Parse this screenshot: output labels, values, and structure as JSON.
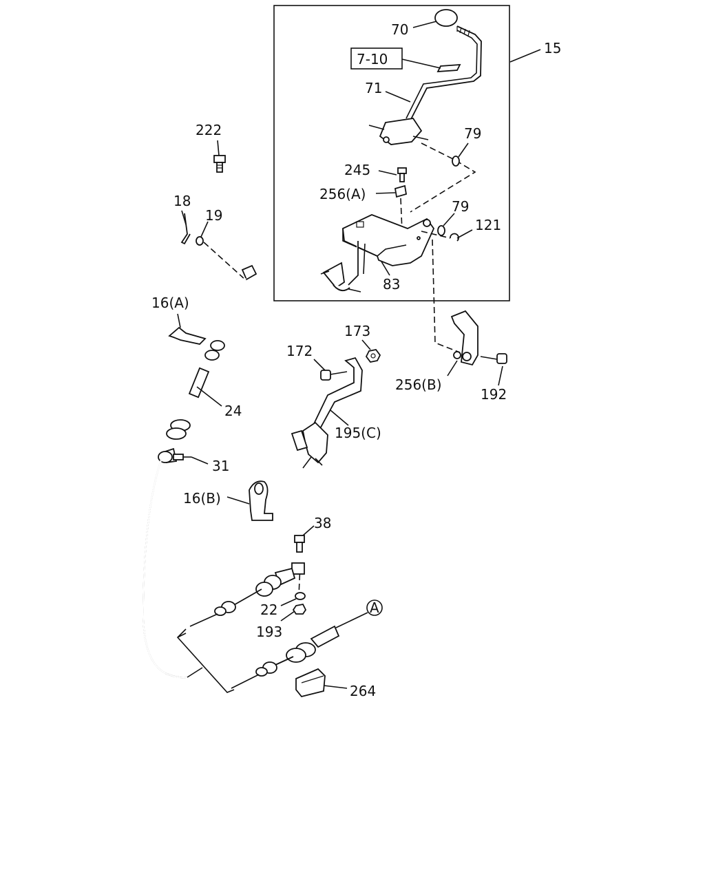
{
  "labels": {
    "p70": "70",
    "p7_10": "7-10",
    "p15": "15",
    "p71": "71",
    "p79a": "79",
    "p245": "245",
    "p256a": "256(A)",
    "p79b": "79",
    "p121": "121",
    "p83": "83",
    "p222": "222",
    "p18": "18",
    "p19": "19",
    "p16a": "16(A)",
    "p24": "24",
    "p173": "173",
    "p172": "172",
    "p256b": "256(B)",
    "p192": "192",
    "p195c": "195(C)",
    "p31": "31",
    "p16b": "16(B)",
    "p38": "38",
    "p22": "22",
    "p193": "193",
    "pA": "A",
    "p264": "264"
  }
}
